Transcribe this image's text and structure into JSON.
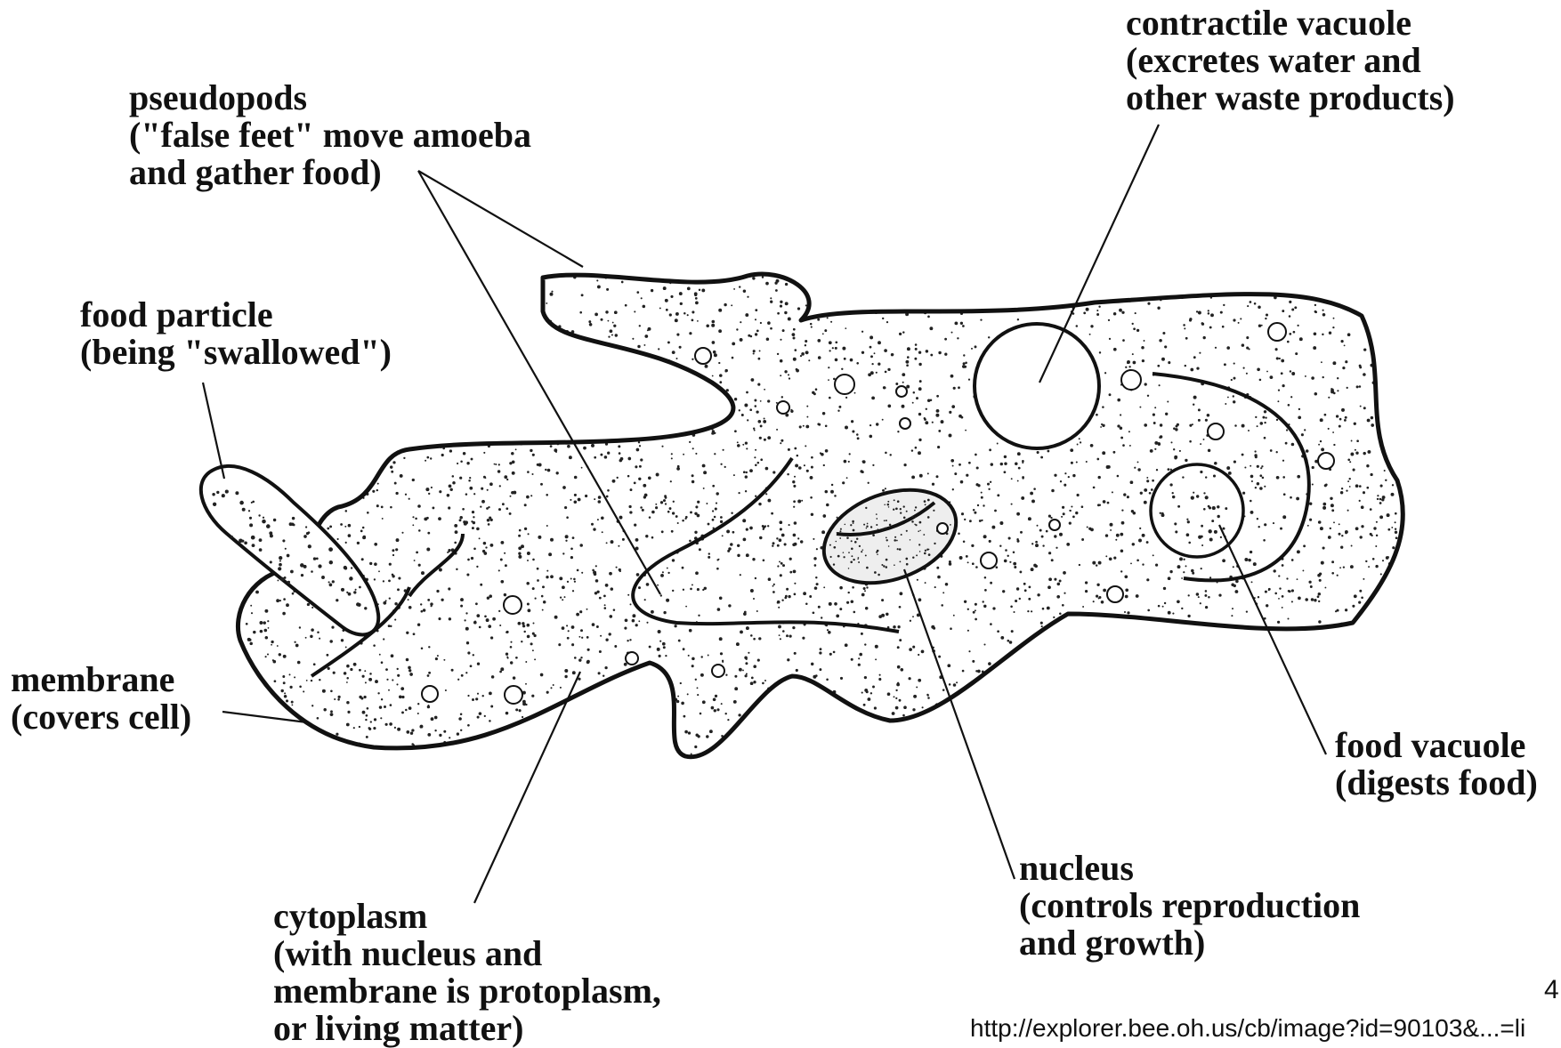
{
  "labels": {
    "contractile_vacuole": [
      "contractile vacuole",
      "(excretes water and",
      "other waste products)"
    ],
    "pseudopods": [
      "pseudopods",
      "(\"false feet\" move amoeba",
      "and gather food)"
    ],
    "food_particle": [
      "food particle",
      "(being \"swallowed\")"
    ],
    "membrane": [
      "membrane",
      "(covers cell)"
    ],
    "food_vacuole": [
      "food vacuole",
      "(digests food)"
    ],
    "nucleus": [
      "nucleus",
      "(controls reproduction",
      "and growth)"
    ],
    "cytoplasm": [
      "cytoplasm",
      "(with nucleus and",
      "membrane is protoplasm,",
      "or living matter)"
    ]
  },
  "page_number": "4",
  "footer_url": "http://explorer.bee.oh.us/cb/image?id=90103&...=li",
  "colors": {
    "ink": "#111111",
    "background": "#ffffff"
  }
}
